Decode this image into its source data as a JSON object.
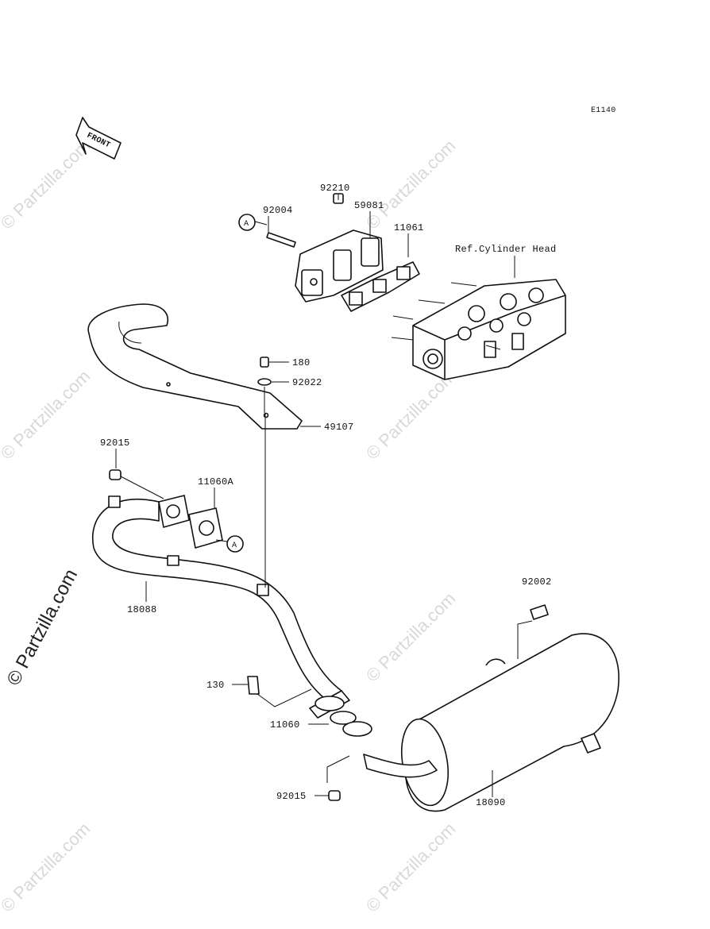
{
  "diagram_code": "E1140",
  "front_marker": "FRONT",
  "reference_label": "Ref.Cylinder Head",
  "circle_marker": "A",
  "watermark_side": "© Partzilla.com",
  "watermark_faint": "© Partzilla.com",
  "parts": {
    "p92210": "92210",
    "p92004": "92004",
    "p59081": "59081",
    "p11061": "11061",
    "p180": "180",
    "p92022": "92022",
    "p49107": "49107",
    "p92015_top": "92015",
    "p11060A": "11060A",
    "p18088": "18088",
    "p92002": "92002",
    "p130": "130",
    "p11060": "11060",
    "p92015_bottom": "92015",
    "p18090": "18090"
  }
}
